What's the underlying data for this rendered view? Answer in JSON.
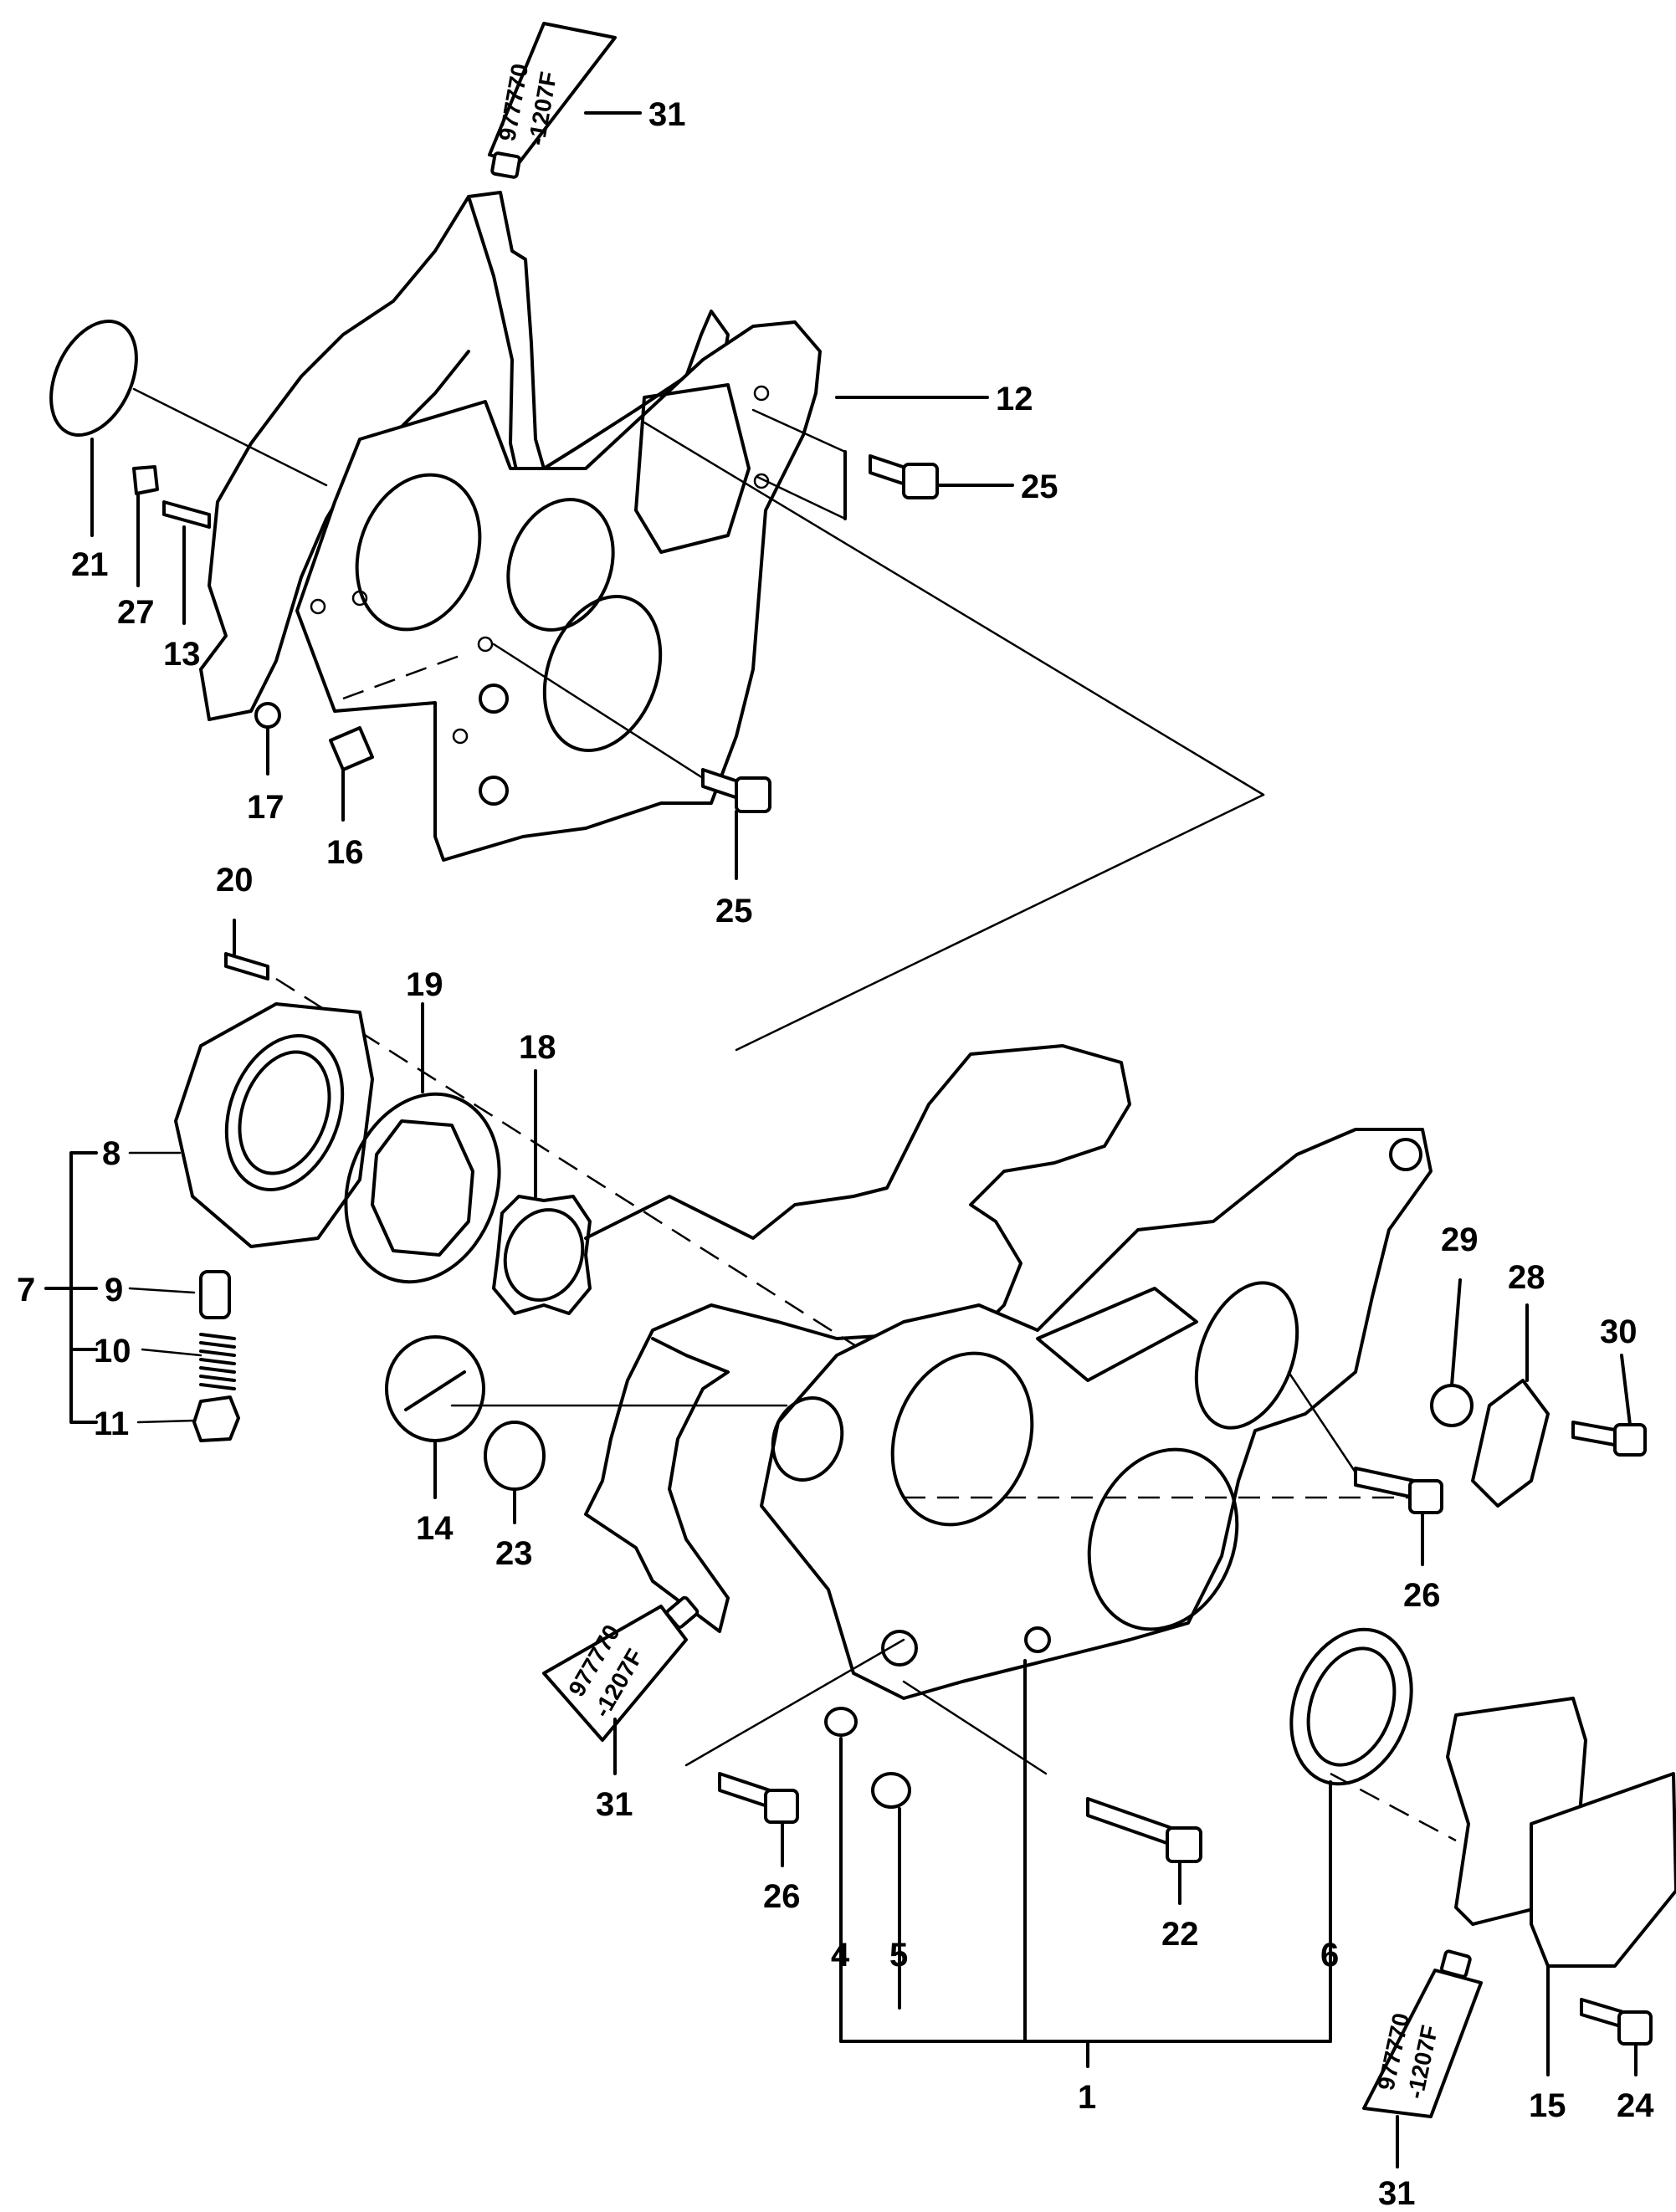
{
  "callouts": [
    {
      "key": "c31_top",
      "label": "31"
    },
    {
      "key": "c12",
      "label": "12"
    },
    {
      "key": "c25_top",
      "label": "25"
    },
    {
      "key": "c21",
      "label": "21"
    },
    {
      "key": "c27",
      "label": "27"
    },
    {
      "key": "c13",
      "label": "13"
    },
    {
      "key": "c17",
      "label": "17"
    },
    {
      "key": "c16",
      "label": "16"
    },
    {
      "key": "c25_mid",
      "label": "25"
    },
    {
      "key": "c20",
      "label": "20"
    },
    {
      "key": "c19",
      "label": "19"
    },
    {
      "key": "c18",
      "label": "18"
    },
    {
      "key": "c8",
      "label": "8"
    },
    {
      "key": "c7",
      "label": "7"
    },
    {
      "key": "c9",
      "label": "9"
    },
    {
      "key": "c10",
      "label": "10"
    },
    {
      "key": "c11",
      "label": "11"
    },
    {
      "key": "c14",
      "label": "14"
    },
    {
      "key": "c23",
      "label": "23"
    },
    {
      "key": "c29",
      "label": "29"
    },
    {
      "key": "c28",
      "label": "28"
    },
    {
      "key": "c30",
      "label": "30"
    },
    {
      "key": "c26_right",
      "label": "26"
    },
    {
      "key": "c31_mid",
      "label": "31"
    },
    {
      "key": "c26_bottom",
      "label": "26"
    },
    {
      "key": "c4",
      "label": "4"
    },
    {
      "key": "c5",
      "label": "5"
    },
    {
      "key": "c22",
      "label": "22"
    },
    {
      "key": "c6",
      "label": "6"
    },
    {
      "key": "c1",
      "label": "1"
    },
    {
      "key": "c15",
      "label": "15"
    },
    {
      "key": "c24",
      "label": "24"
    },
    {
      "key": "c31_bottom",
      "label": "31"
    }
  ],
  "sealant_tubes": [
    {
      "key": "tube_top",
      "line1": "977770",
      "line2": "-1207F"
    },
    {
      "key": "tube_mid",
      "line1": "977770",
      "line2": "-1207F"
    },
    {
      "key": "tube_bottom",
      "line1": "977770",
      "line2": "-1207F"
    }
  ]
}
